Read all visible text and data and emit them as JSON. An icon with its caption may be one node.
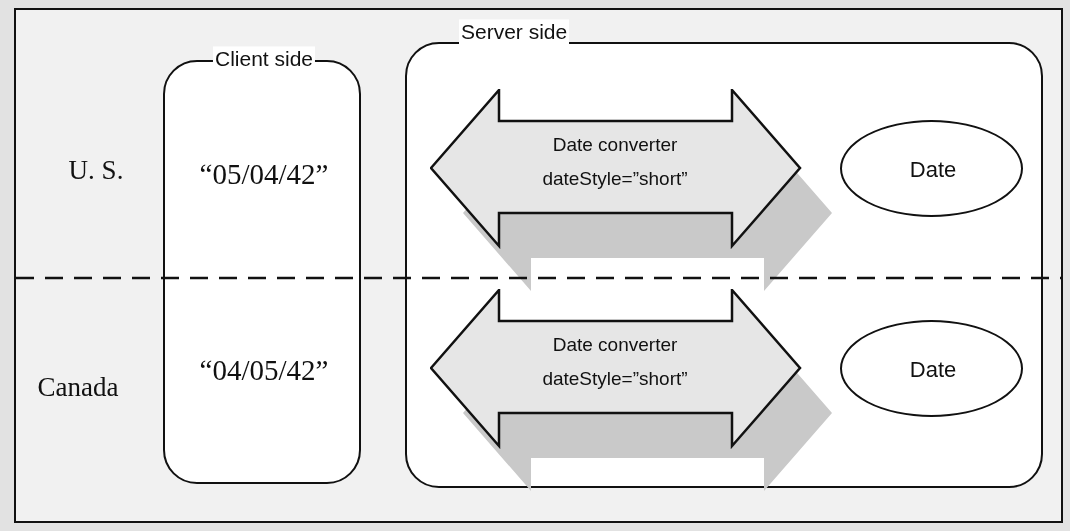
{
  "diagram": {
    "nodes": [
      {
        "text": [
          "Client side",
          "“05/04/42”",
          "“04/05/42”"
        ]
      },
      {
        "text": [
          "Server side"
        ]
      },
      {
        "text": [
          "Date converter",
          "dateStyle=”short”"
        ],
        "in": 1
      },
      {
        "text": [
          "Date"
        ],
        "in": 1
      },
      {
        "text": [
          "Date converter",
          "dateStyle=”short”"
        ],
        "in": 1
      },
      {
        "text": [
          "Date"
        ],
        "in": 1
      }
    ],
    "labels": [
      "U. S.",
      "Canada"
    ]
  }
}
